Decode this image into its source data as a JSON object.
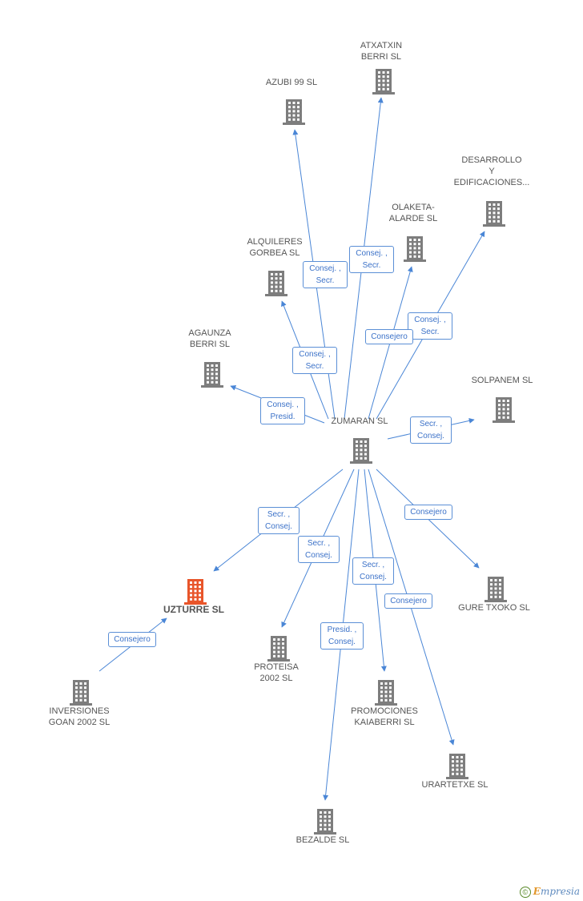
{
  "colors": {
    "building": "#7d7d7d",
    "focus": "#e8552a",
    "edge": "#4a86d6"
  },
  "nodes": [
    {
      "id": "atxatxin",
      "label": "ATXATXIN\nBERRI SL",
      "icon": "building-icon"
    },
    {
      "id": "azubi",
      "label": "AZUBI 99 SL",
      "icon": "building-icon"
    },
    {
      "id": "desarrollo",
      "label": "DESARROLLO\nY\nEDIFICACIONES...",
      "icon": "building-icon"
    },
    {
      "id": "olaketa",
      "label": "OLAKETA-\nALARDE SL",
      "icon": "building-icon"
    },
    {
      "id": "alquileres",
      "label": "ALQUILERES\nGORBEA SL",
      "icon": "building-icon"
    },
    {
      "id": "agaunza",
      "label": "AGAUNZA\nBERRI SL",
      "icon": "building-icon"
    },
    {
      "id": "solpanem",
      "label": "SOLPANEM SL",
      "icon": "building-icon"
    },
    {
      "id": "zumaran",
      "label": "ZUMARAN SL",
      "icon": "building-icon"
    },
    {
      "id": "uzturre",
      "label": "UZTURRE SL",
      "icon": "building-icon",
      "focus": true
    },
    {
      "id": "gure",
      "label": "GURE TXOKO SL",
      "icon": "building-icon"
    },
    {
      "id": "proteisa",
      "label": "PROTEISA\n2002 SL",
      "icon": "building-icon"
    },
    {
      "id": "inversiones",
      "label": "INVERSIONES\nGOAN 2002 SL",
      "icon": "building-icon"
    },
    {
      "id": "promociones",
      "label": "PROMOCIONES\nKAIABERRI SL",
      "icon": "building-icon"
    },
    {
      "id": "urartetxe",
      "label": "URARTETXE SL",
      "icon": "building-icon"
    },
    {
      "id": "bezalde",
      "label": "BEZALDE SL",
      "icon": "building-icon"
    }
  ],
  "edges": [
    {
      "from": "zumaran",
      "to": "atxatxin",
      "label": "Consej. ,\nSecr."
    },
    {
      "from": "zumaran",
      "to": "azubi",
      "label": "Consej. ,\nSecr."
    },
    {
      "from": "zumaran",
      "to": "desarrollo",
      "label": "Consej. ,\nSecr."
    },
    {
      "from": "zumaran",
      "to": "olaketa",
      "label": "Consejero"
    },
    {
      "from": "zumaran",
      "to": "alquileres",
      "label": "Consej. ,\nSecr."
    },
    {
      "from": "zumaran",
      "to": "agaunza",
      "label": "Consej. ,\nPresid."
    },
    {
      "from": "zumaran",
      "to": "solpanem",
      "label": "Secr. ,\nConsej."
    },
    {
      "from": "zumaran",
      "to": "uzturre",
      "label": "Secr. ,\nConsej."
    },
    {
      "from": "zumaran",
      "to": "gure",
      "label": "Consejero"
    },
    {
      "from": "zumaran",
      "to": "proteisa",
      "label": "Secr. ,\nConsej."
    },
    {
      "from": "zumaran",
      "to": "promociones",
      "label": "Secr. ,\nConsej."
    },
    {
      "from": "zumaran",
      "to": "urartetxe",
      "label": "Consejero"
    },
    {
      "from": "zumaran",
      "to": "bezalde",
      "label": "Presid. ,\nConsej."
    },
    {
      "from": "inversiones",
      "to": "uzturre",
      "label": "Consejero"
    }
  ],
  "brand": {
    "symbol": "©",
    "first": "E",
    "rest": "mpresia"
  }
}
